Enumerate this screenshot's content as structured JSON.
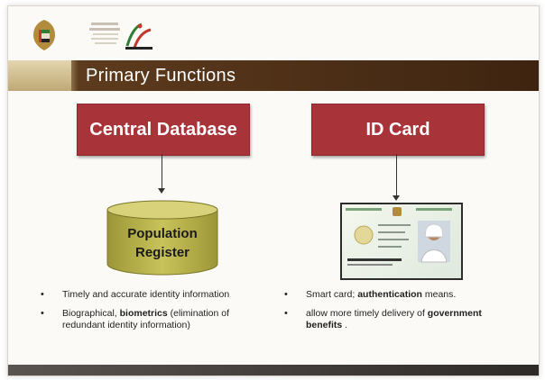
{
  "slide": {
    "title": "Primary Functions",
    "left_box": "Central Database",
    "right_box": "ID Card",
    "database_line1": "Population",
    "database_line2": "Register",
    "left_bullets": [
      [
        "Timely and accurate identity information"
      ],
      [
        "Biographical, ",
        "biometrics",
        " (elimination of redundant identity information)"
      ]
    ],
    "right_bullets": [
      [
        "Smart card; ",
        "authentication",
        " means."
      ],
      [
        "allow more timely delivery of ",
        "government benefits",
        " ."
      ]
    ]
  },
  "colors": {
    "box_red": "#a8343a",
    "cylinder_olive": "#b5b04a",
    "title_bar_brown": "#3e2410"
  }
}
